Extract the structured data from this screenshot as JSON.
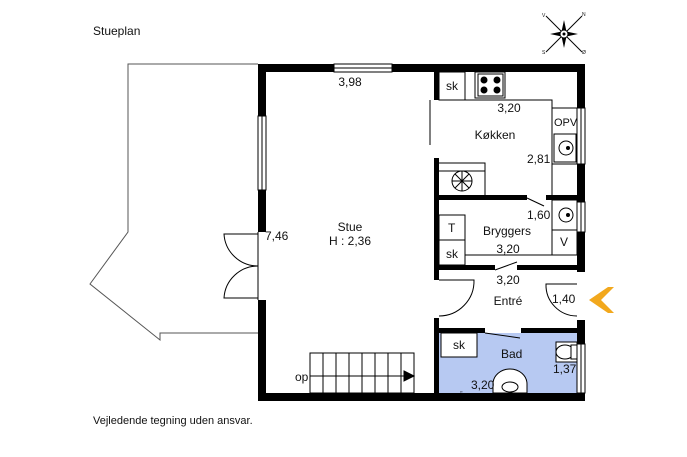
{
  "title": "Stueplan",
  "footer": "Vejledende tegning uden ansvar.",
  "compass": {
    "n": "N",
    "s": "S",
    "e": "Ø",
    "w": "V",
    "icon": "compass-rose-icon"
  },
  "colors": {
    "wall": "#000000",
    "bathroom": "#b7c9f2",
    "entrance_arrow": "#f2a81d",
    "outline": "#555555"
  },
  "rooms": {
    "living": {
      "name": "Stue",
      "height": "H : 2,36",
      "width": "3,98",
      "depth": "7,46",
      "stairs": "op"
    },
    "kitchen": {
      "name": "Køkken",
      "width": "3,20",
      "depth": "2,81",
      "cabinet": "sk",
      "dishwasher": "OPV"
    },
    "utility": {
      "name": "Bryggers",
      "width": "3,20",
      "depth": "1,60",
      "dryer": "T",
      "washer": "V",
      "cabinet": "sk"
    },
    "entry": {
      "name": "Entré",
      "width": "3,20",
      "depth": "1,40"
    },
    "bath": {
      "name": "Bad",
      "width": "3,20",
      "depth": "1,37",
      "cabinet": "sk"
    }
  }
}
